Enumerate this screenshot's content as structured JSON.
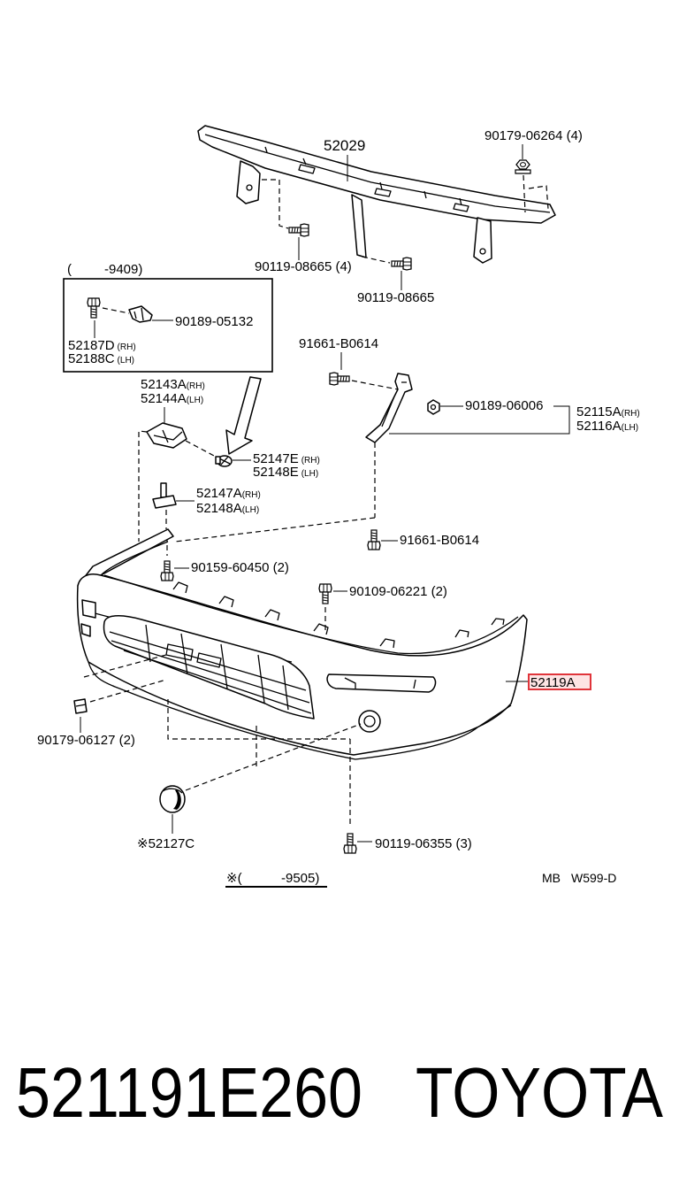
{
  "callouts": {
    "c52029": "52029",
    "c90179_06264": "90179-06264 (4)",
    "c90119_08665_4": "90119-08665 (4)",
    "c90119_08665": "90119-08665",
    "inset_open": "(",
    "inset_range": "-9409)",
    "c90189_05132": "90189-05132",
    "c52187D": "52187D",
    "c52188C": "52188C",
    "c91661_B0614_a": "91661-B0614",
    "c52143A": "52143A",
    "c52144A": "52144A",
    "c90189_06006": "90189-06006",
    "c52115A": "52115A",
    "c52116A": "52116A",
    "c52147E": "52147E",
    "c52148E": "52148E",
    "c52147A": "52147A",
    "c52148A": "52148A",
    "c91661_B0614_b": "91661-B0614",
    "c90159_60450": "90159-60450 (2)",
    "c90109_06221": "90109-06221 (2)",
    "c52119A": "52119A",
    "c90179_06127": "90179-06127 (2)",
    "c52127C": "※52127C",
    "c90119_06355": "90119-06355 (3)"
  },
  "sides": {
    "rh": "(RH)",
    "lh": "(LH)"
  },
  "footnote": {
    "mark_open": "※(",
    "range": "-9505)"
  },
  "drawing_code": {
    "prefix": "MB",
    "code": "W599-D"
  },
  "caption": {
    "part_number": "521191E260",
    "brand": "TOYOTA"
  },
  "colors": {
    "highlight": "#e0353b",
    "highlight_fill": "#fde4e4",
    "ink": "#000000"
  }
}
